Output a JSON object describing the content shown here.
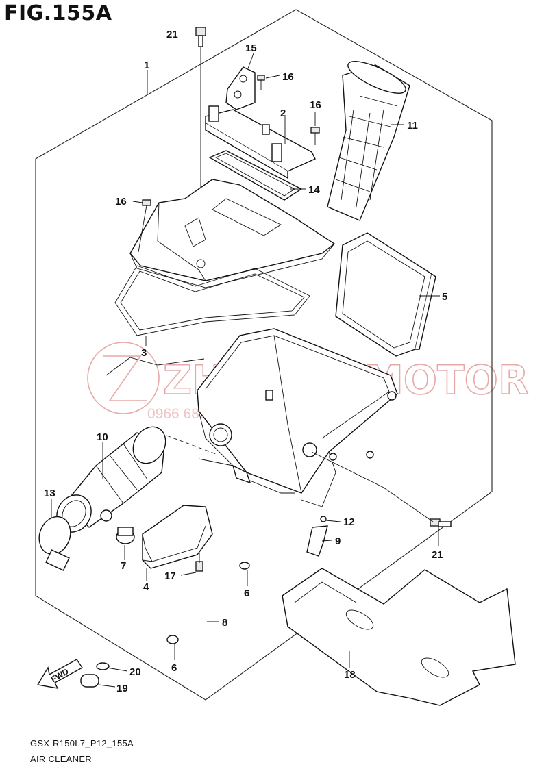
{
  "figure": {
    "title": "FIG.155A"
  },
  "captions": {
    "code": "GSX-R150L7_P12_155A",
    "name": "AIR CLEANER"
  },
  "watermark": {
    "brand": "ZHIZHIN MOTOR",
    "phone": "0966 682 983 - 0989 666 983"
  },
  "fwd_label": "FWD",
  "part_labels": [
    "1",
    "2",
    "3",
    "4",
    "5",
    "6",
    "6",
    "7",
    "8",
    "9",
    "10",
    "11",
    "12",
    "13",
    "14",
    "15",
    "16",
    "16",
    "16",
    "17",
    "18",
    "19",
    "20",
    "21",
    "21"
  ]
}
